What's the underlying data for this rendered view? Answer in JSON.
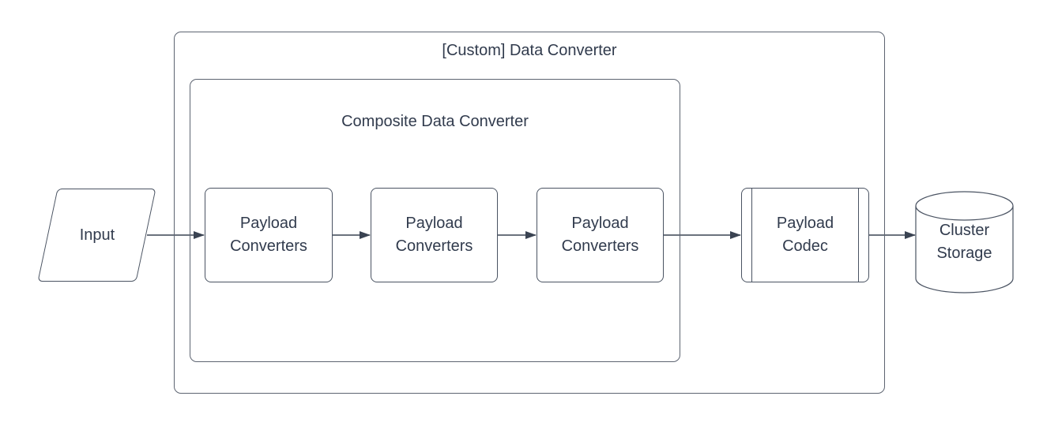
{
  "colors": {
    "background": "#ffffff",
    "container_border": "#5d6471",
    "node_border": "#4a5362",
    "arrow": "#3a4352",
    "text": "#313b4d"
  },
  "diagram": {
    "outer_group": {
      "label": "[Custom] Data Converter",
      "shape": "rounded-container"
    },
    "inner_group": {
      "label": "Composite Data Converter",
      "shape": "rounded-container"
    },
    "input_node": {
      "label": "Input",
      "shape": "parallelogram"
    },
    "payload_converters": [
      {
        "label": "Payload Converters"
      },
      {
        "label": "Payload Converters"
      },
      {
        "label": "Payload Converters"
      }
    ],
    "codec_node": {
      "label": "Payload Codec",
      "shape": "predefined-process"
    },
    "storage_node": {
      "label": "Cluster Storage",
      "shape": "cylinder"
    },
    "flow": [
      "input_node -> payload_converters.0",
      "payload_converters.0 -> payload_converters.1",
      "payload_converters.1 -> payload_converters.2",
      "payload_converters.2 -> codec_node",
      "codec_node -> storage_node"
    ]
  }
}
